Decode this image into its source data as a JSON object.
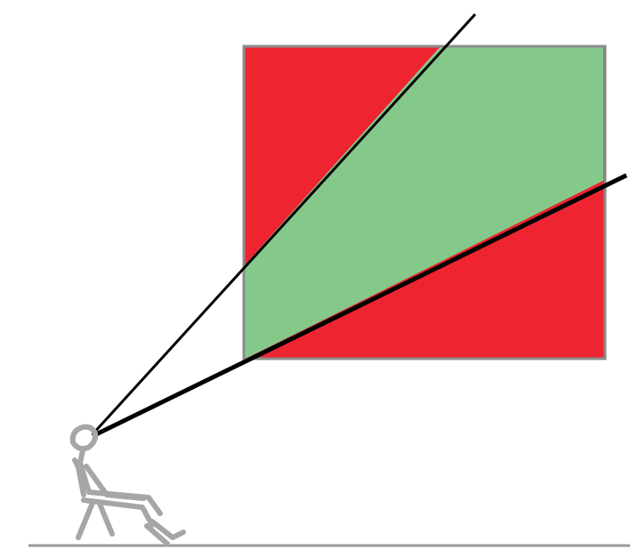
{
  "diagram": {
    "subject": "viewing-angle",
    "colors": {
      "background": "#ffffff",
      "screen_outside_view": "#ee2531",
      "screen_border": "#8c8c8c",
      "field_of_view": "#85c98a",
      "sight_lines": "#000000",
      "viewer_figure": "#a6a6a6",
      "floor": "#9a9a9a"
    },
    "elements": [
      "floor-line",
      "display-screen",
      "field-of-view-wedge",
      "upper-sight-line",
      "lower-sight-line",
      "reclining-viewer"
    ]
  }
}
